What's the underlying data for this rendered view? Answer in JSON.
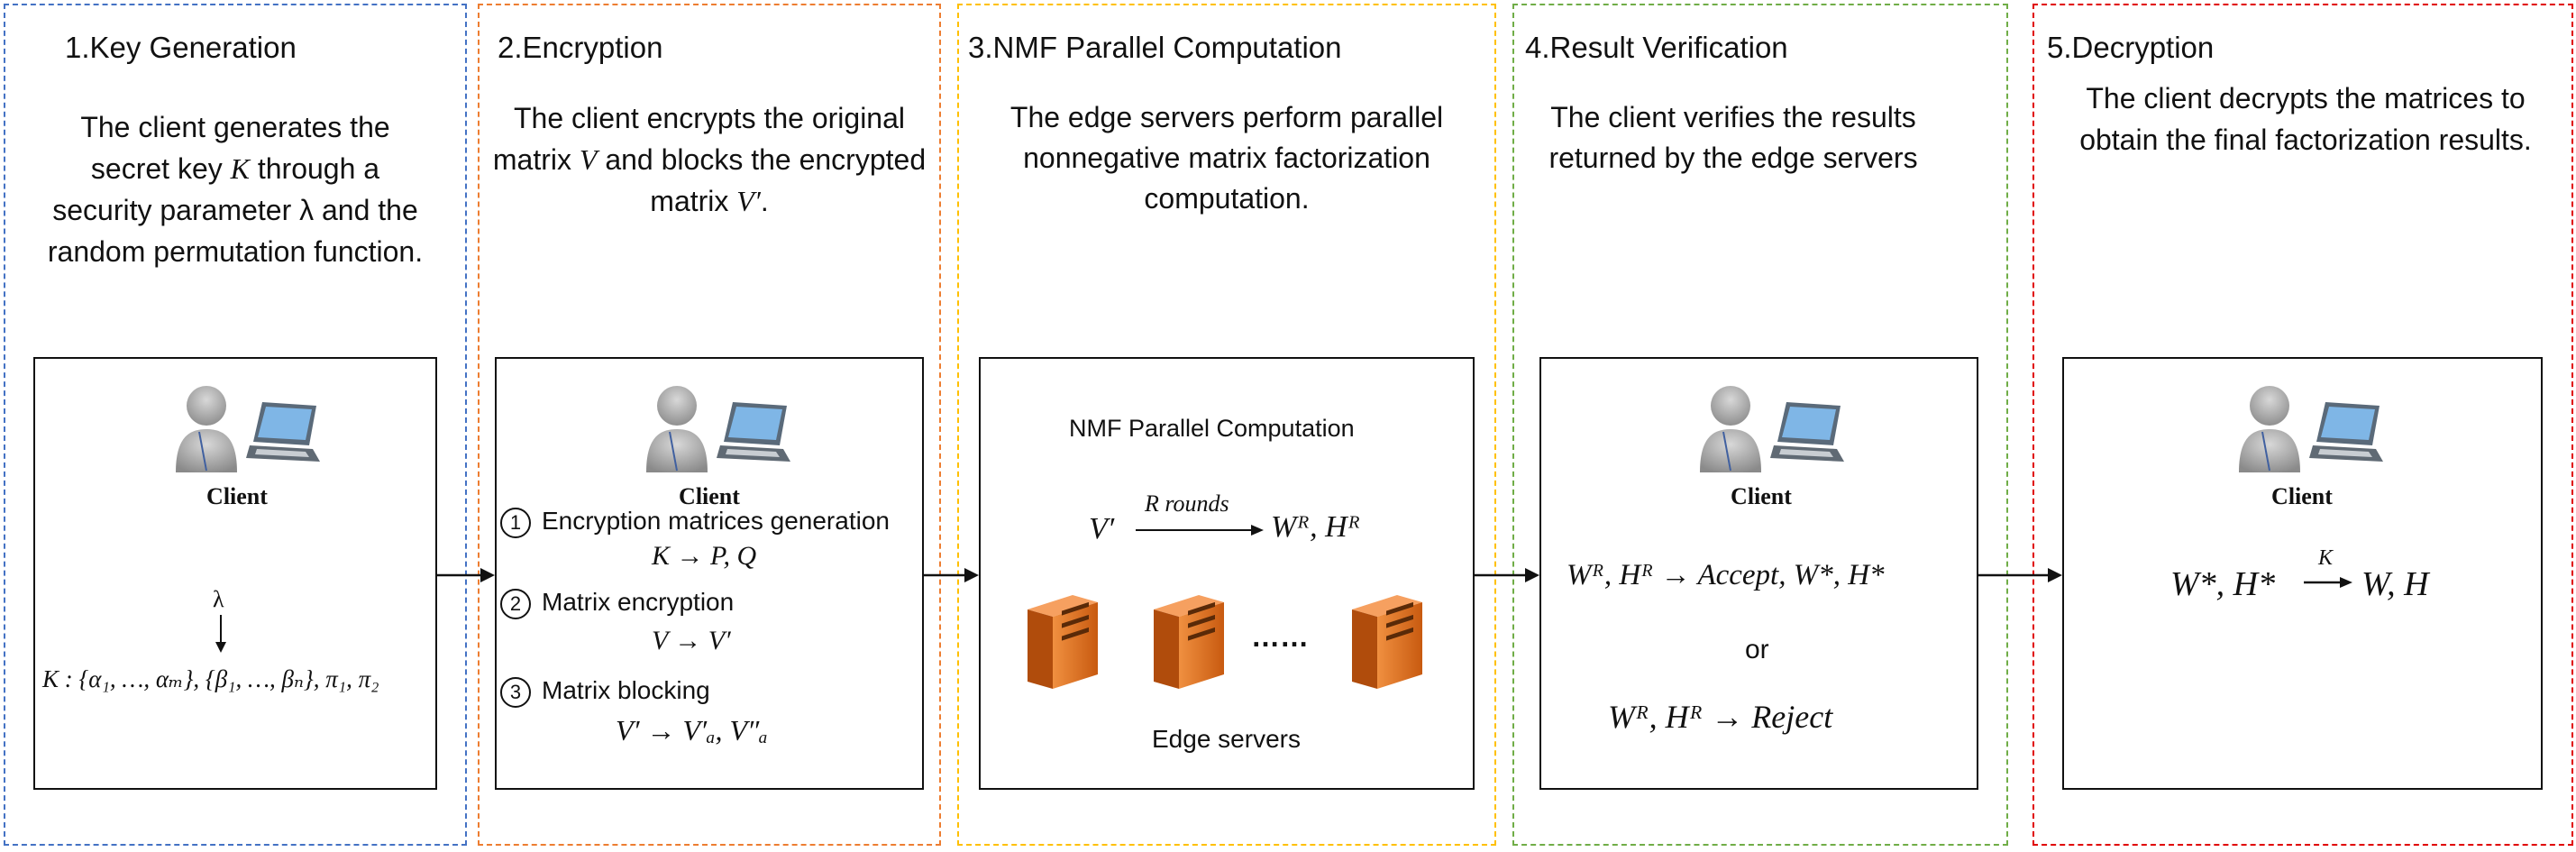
{
  "phases": [
    {
      "title": "1.Key Generation",
      "desc_parts": [
        "The client generates the secret key ",
        "K",
        " through a security parameter λ and the random permutation function."
      ],
      "color": "#4472c4"
    },
    {
      "title": "2.Encryption",
      "desc_parts": [
        "The client encrypts the original matrix ",
        "V",
        " and blocks the encrypted matrix ",
        "V′",
        "."
      ],
      "color": "#ed7d31"
    },
    {
      "title": "3.NMF Parallel Computation",
      "desc": "The edge servers perform parallel nonnegative matrix factorization computation.",
      "color": "#ffc000"
    },
    {
      "title": "4.Result Verification",
      "desc": "The client verifies the results returned by the edge servers",
      "color": "#70ad47"
    },
    {
      "title": "5.Decryption",
      "desc": "The client decrypts the matrices to obtain the final factorization results.",
      "color": "#e00000"
    }
  ],
  "client_label": "Client",
  "box1": {
    "lambda": "λ",
    "key_formula": "K : {α₁, …, αₘ}, {β₁, …, βₙ}, π₁, π₂"
  },
  "box2": {
    "steps": [
      {
        "num": "1",
        "label": "Encryption matrices generation",
        "formula": "K → P, Q"
      },
      {
        "num": "2",
        "label": "Matrix encryption",
        "formula": "V → V′"
      },
      {
        "num": "3",
        "label": "Matrix blocking",
        "formula": "V′ → V′ₐ, V″ₐ"
      }
    ]
  },
  "box3": {
    "heading": "NMF Parallel Computation",
    "arrow_label": "R rounds",
    "lhs": "V′",
    "rhs": "Wᴿ, Hᴿ",
    "dots": "……",
    "servers_label": "Edge servers"
  },
  "box4": {
    "accept": "Wᴿ, Hᴿ → Accept, W*, H*",
    "or": "or",
    "reject": "Wᴿ, Hᴿ → Reject"
  },
  "box5": {
    "lhs": "W*, H*",
    "arrow_label": "K",
    "rhs": "W, H"
  }
}
